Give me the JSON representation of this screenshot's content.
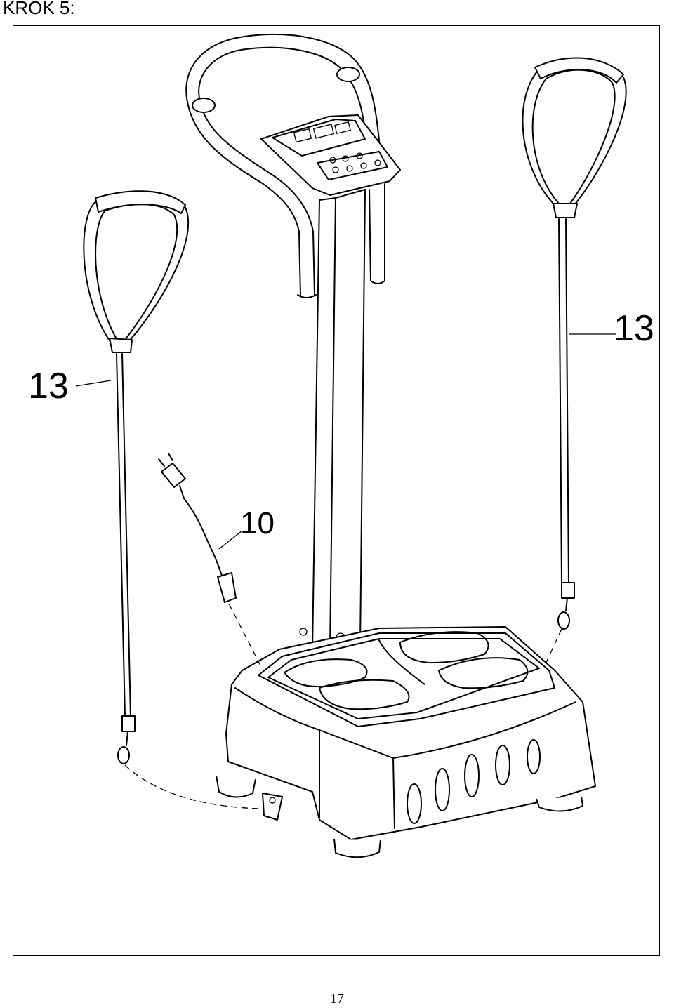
{
  "header": {
    "step_title": "KROK 5:"
  },
  "callouts": {
    "left_strap": "13",
    "right_strap": "13",
    "power_cable": "10"
  },
  "footer": {
    "page_number": "17"
  }
}
